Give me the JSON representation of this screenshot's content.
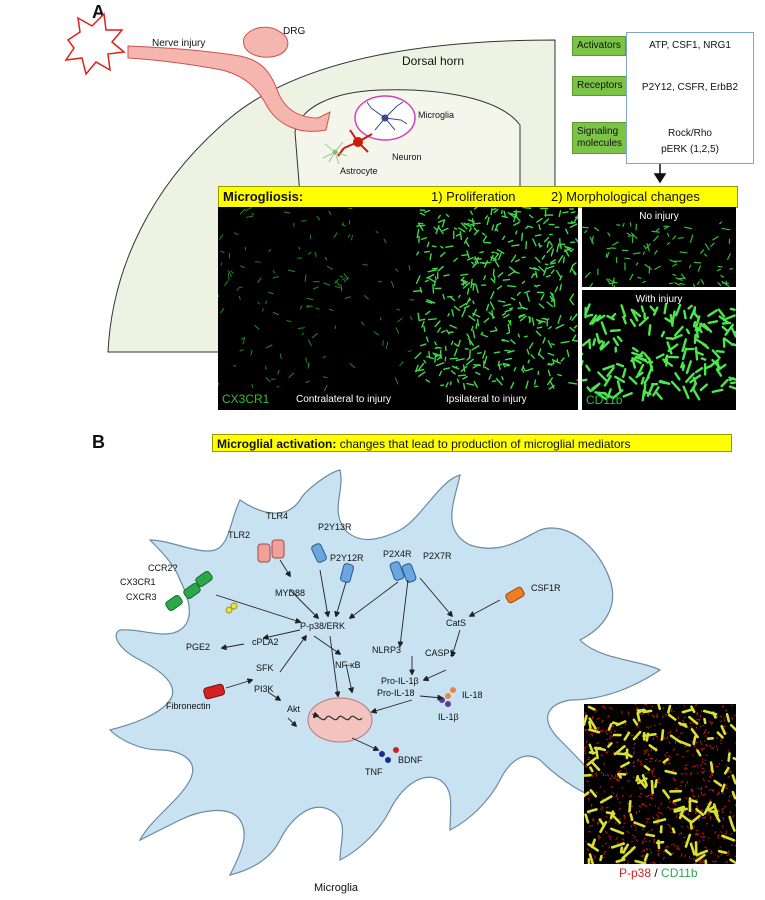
{
  "panel_a": {
    "letter": "A",
    "nerve_injury": "Nerve injury",
    "drg": "DRG",
    "dorsal_horn": "Dorsal horn",
    "microglia": "Microglia",
    "neuron": "Neuron",
    "astrocyte": "Astrocyte",
    "flow": {
      "tags": [
        "Activators",
        "Receptors",
        "Signaling molecules"
      ],
      "activators": "ATP, CSF1, NRG1",
      "receptors": "P2Y12, CSFR, ErbB2",
      "signaling_1": "Rock/Rho",
      "signaling_2": "pERK (1,2,5)"
    },
    "banner": {
      "title": "Microgliosis:",
      "item1": "1) Proliferation",
      "item2": "2) Morphological changes"
    },
    "image_left": {
      "marker": "CX3CR1",
      "contralateral": "Contralateral to injury",
      "ipsilateral": "Ipsilateral to injury"
    },
    "image_right": {
      "top_label": "No injury",
      "bottom_label": "With injury",
      "marker": "CD11b"
    }
  },
  "panel_b": {
    "letter": "B",
    "banner_bold": "Microglial activation:",
    "banner_rest": " changes that lead to production of microglial mediators",
    "cell_label": "Microglia",
    "receptors": {
      "tlr2": "TLR2",
      "tlr4": "TLR4",
      "p2y13": "P2Y13R",
      "p2y12": "P2Y12R",
      "p2x4": "P2X4R",
      "p2x7": "P2X7R",
      "csf1r": "CSF1R",
      "ccr2": "CCR2?",
      "cx3cr1": "CX3CR1",
      "cxcr3": "CXCR3",
      "fibronectin": "Fibronectin"
    },
    "nodes": {
      "myd88": "MYD88",
      "pp38": "P-p38/ERK",
      "cpla2": "cPLA2",
      "pge2": "PGE2",
      "sfk": "SFK",
      "pi3k": "PI3K",
      "akt": "Akt",
      "nfkb": "NF-κB",
      "nlrp3": "NLRP3",
      "cats": "CatS",
      "casp1": "CASP1",
      "proil1b": "Pro-IL-1β",
      "proil18": "Pro-IL-18",
      "il18": "IL-18",
      "il1b": "IL-1β",
      "tnf": "TNF",
      "bdnf": "BDNF"
    },
    "image": {
      "marker_red": "P-p38",
      "sep": " / ",
      "marker_green": "CD11b"
    }
  }
}
